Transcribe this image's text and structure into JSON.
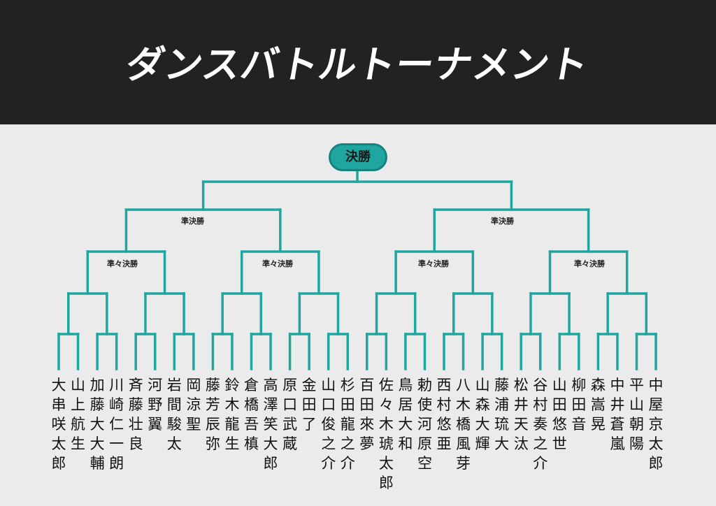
{
  "title": "ダンスバトルトーナメント",
  "final_label": "決勝",
  "semi_label": "準決勝",
  "quarter_label": "準々決勝",
  "colors": {
    "header_bg": "#222222",
    "accent": "#1fa6a0",
    "background": "#ebebeb"
  },
  "participants": [
    "大串咲太郎",
    "山上航生",
    "加藤大大輔",
    "川崎仁一朗",
    "斉藤壮良",
    "河野翼",
    "岩間駿太",
    "岡涼聖",
    "藤芳辰弥",
    "鈴木龍生",
    "倉橋吾槙",
    "高澤笑大郎",
    "原口武蔵",
    "金田了",
    "山口俊之介",
    "杉田龍之介",
    "百田來夢",
    "佐々木琥太郎",
    "鳥居大和",
    "勅使河原空",
    "西村悠亜",
    "八木橋風芽",
    "山森大輝",
    "藤浦琉大",
    "松井天汰",
    "谷村奏之介",
    "山田悠世",
    "柳田音",
    "森嵩晃",
    "中井蒼嵐",
    "平山朝陽",
    "中屋京太郎"
  ]
}
